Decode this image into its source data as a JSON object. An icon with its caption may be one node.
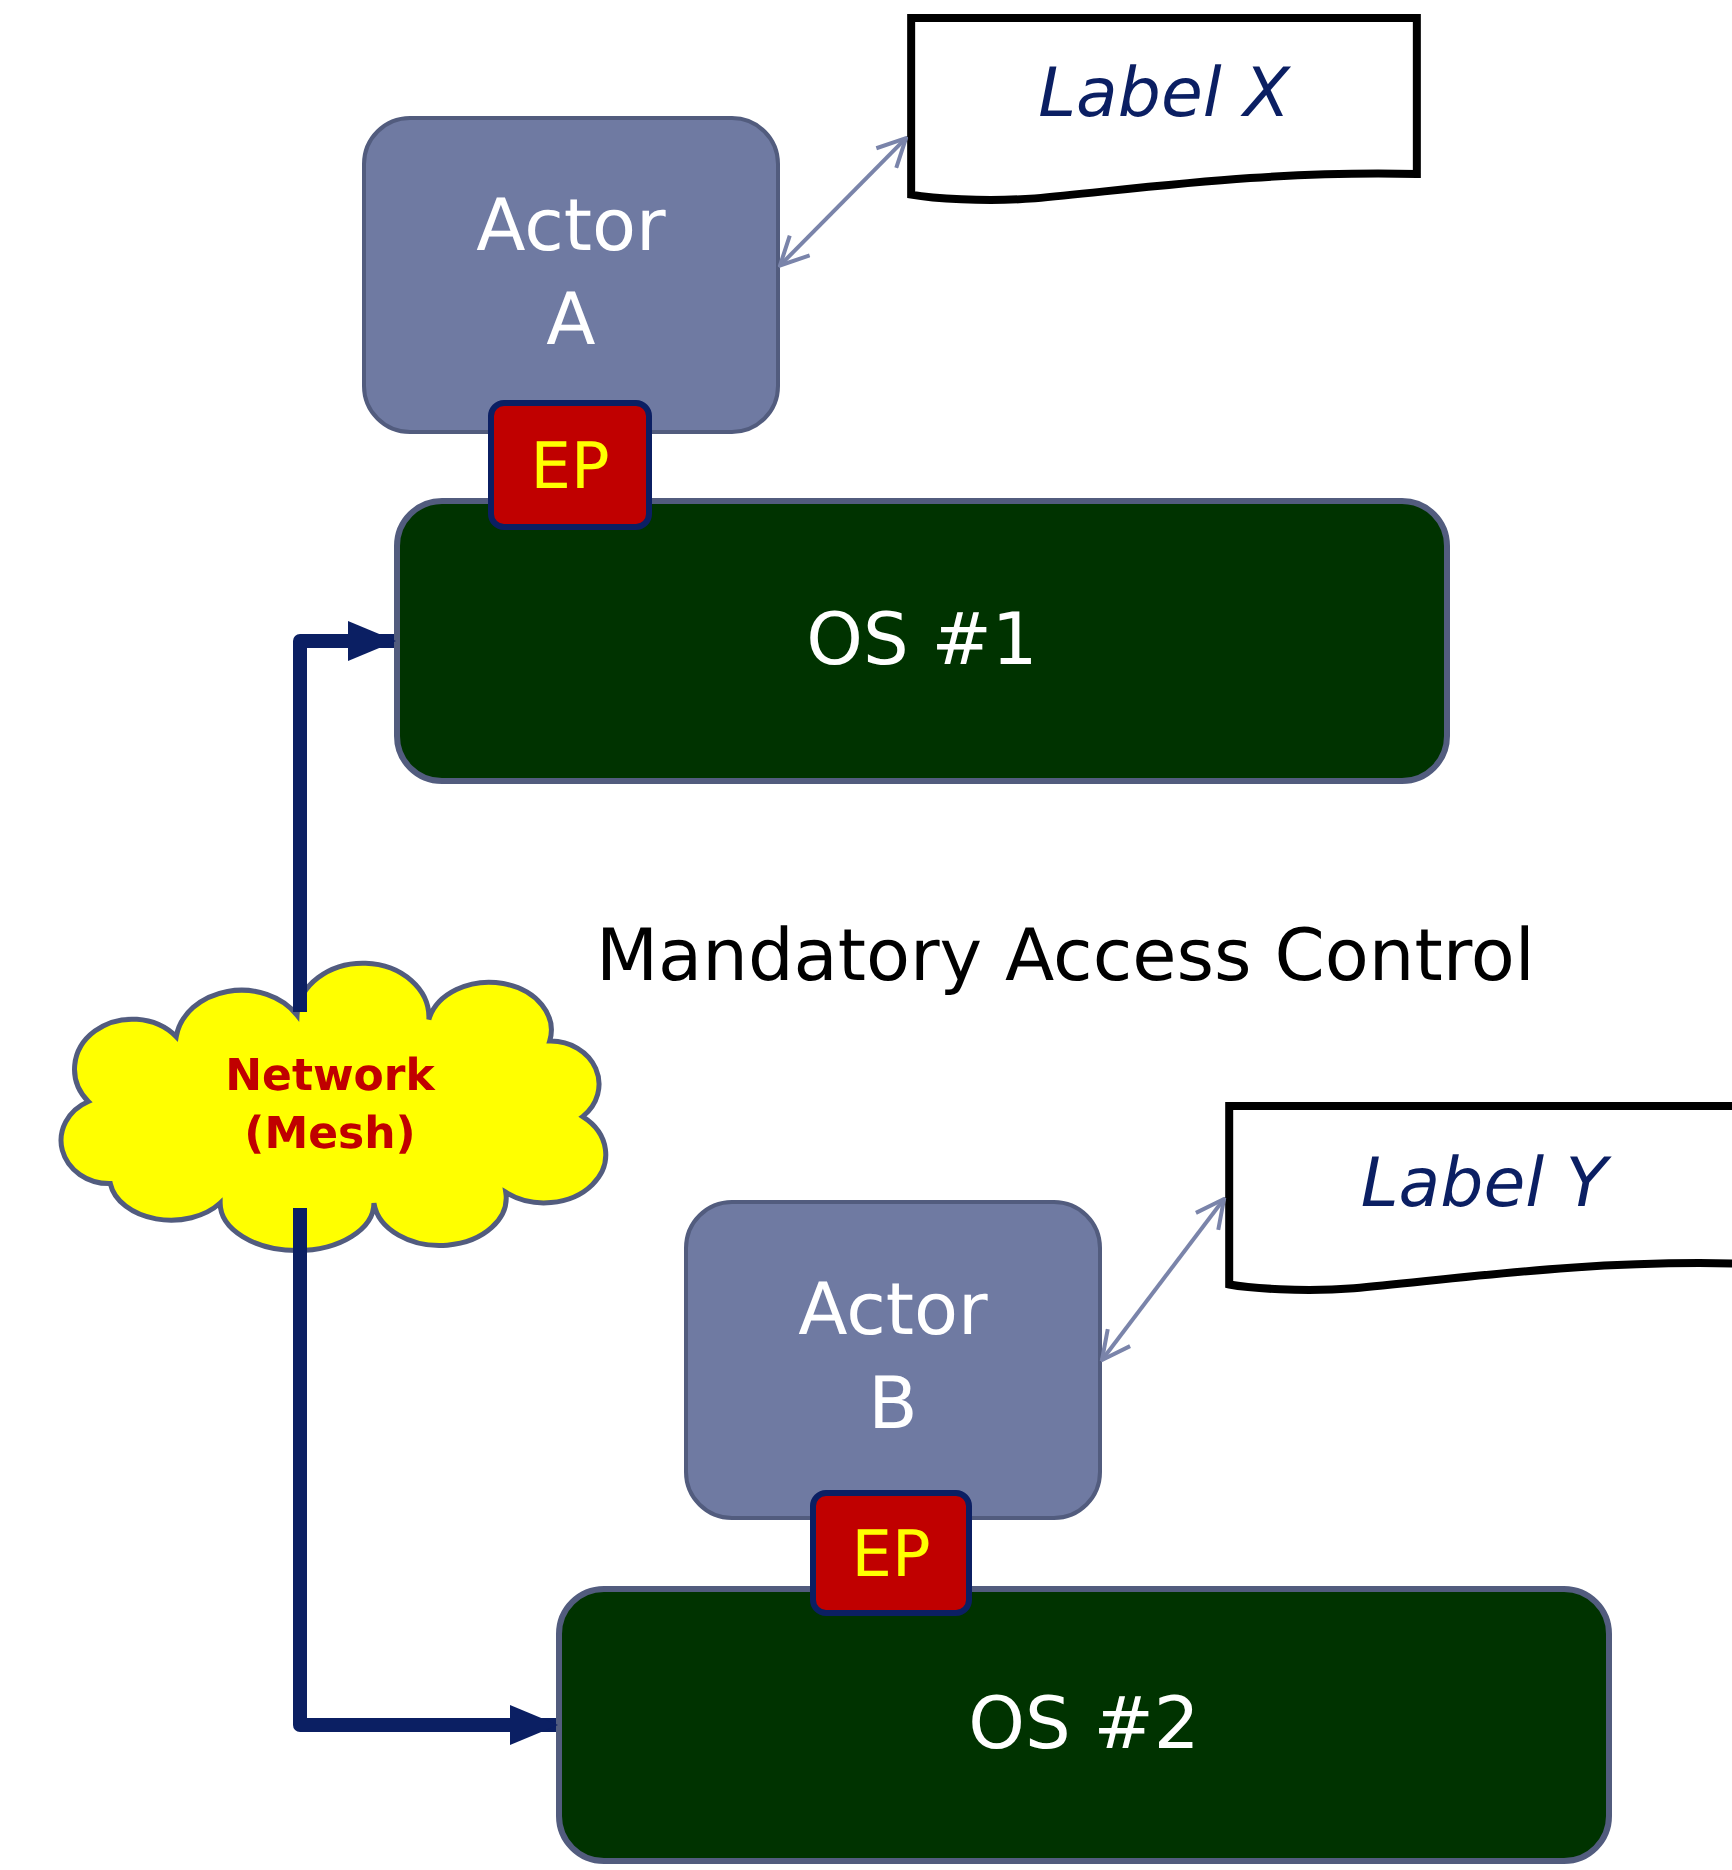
{
  "diagram": {
    "nodes": [
      {
        "text": [
          "Label X"
        ]
      },
      {
        "text": [
          "Actor A"
        ]
      },
      {
        "text": [
          "EP"
        ]
      },
      {
        "text": [
          "OS #1"
        ]
      },
      {
        "text": [
          "Network (Mesh)"
        ]
      },
      {
        "text": [
          "Label Y"
        ]
      },
      {
        "text": [
          "Actor B"
        ]
      },
      {
        "text": [
          "EP"
        ]
      },
      {
        "text": [
          "OS #2"
        ]
      }
    ],
    "edges": [
      {
        "from": 1,
        "to": 0,
        "arrow": "both",
        "color": "#7a84aa"
      },
      {
        "from": 4,
        "to": 3,
        "arrow": "to",
        "style": "thick",
        "color": "#0b1f63"
      },
      {
        "from": 6,
        "to": 5,
        "arrow": "both",
        "color": "#7a84aa"
      },
      {
        "from": 4,
        "to": 8,
        "arrow": "to",
        "style": "thick",
        "color": "#0b1f63"
      }
    ],
    "labels": [
      "Mandatory Access Control"
    ]
  }
}
